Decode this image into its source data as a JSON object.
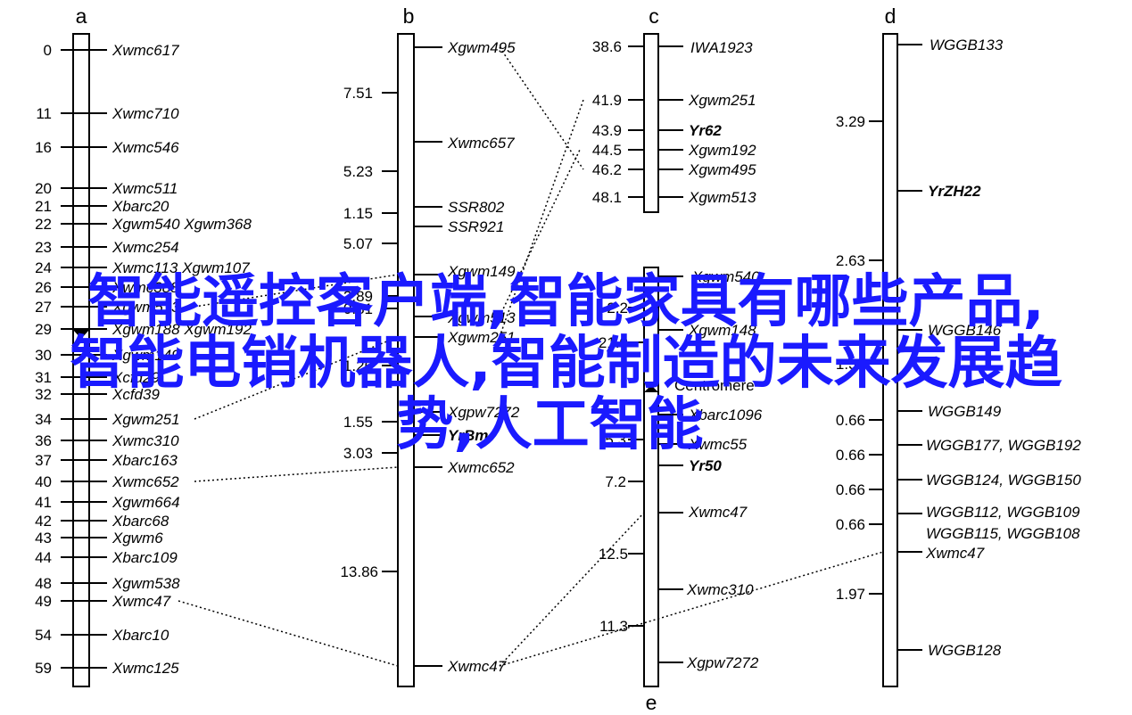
{
  "overlay": {
    "line1": "智能遥控客户端,智能家具有哪些产品,",
    "line2": "智能电销机器人,智能制造的未来发展趋",
    "line3": "势,人工智能",
    "color": "#1a1aff"
  },
  "map": {
    "a": {
      "title": "a",
      "ticks": [
        {
          "pos": "0",
          "marker": "Xwmc617"
        },
        {
          "pos": "11",
          "marker": "Xwmc710"
        },
        {
          "pos": "16",
          "marker": "Xwmc546"
        },
        {
          "pos": "20",
          "marker": "Xwmc511"
        },
        {
          "pos": "21",
          "marker": "Xbarc20"
        },
        {
          "pos": "22",
          "marker": "Xgwm540 Xgwm368"
        },
        {
          "pos": "23",
          "marker": "Xwmc254"
        },
        {
          "pos": "24",
          "marker": "Xwmc113 Xgwm107"
        },
        {
          "pos": "26",
          "marker": "Xwmc388"
        },
        {
          "pos": "27",
          "marker": "Xgwm513"
        },
        {
          "pos": "29",
          "marker": "Xgwm188 Xgwm192"
        },
        {
          "pos": "30",
          "marker": "Xgwm149"
        },
        {
          "pos": "31",
          "marker": "Xcfd29"
        },
        {
          "pos": "32",
          "marker": "Xcfd39"
        },
        {
          "pos": "34",
          "marker": "Xgwm251"
        },
        {
          "pos": "36",
          "marker": "Xwmc310"
        },
        {
          "pos": "37",
          "marker": "Xbarc163"
        },
        {
          "pos": "40",
          "marker": "Xwmc652"
        },
        {
          "pos": "41",
          "marker": "Xgwm664"
        },
        {
          "pos": "42",
          "marker": "Xbarc68"
        },
        {
          "pos": "43",
          "marker": "Xgwm6"
        },
        {
          "pos": "44",
          "marker": "Xbarc109"
        },
        {
          "pos": "48",
          "marker": "Xgwm538"
        },
        {
          "pos": "49",
          "marker": "Xwmc47"
        },
        {
          "pos": "54",
          "marker": "Xbarc10"
        },
        {
          "pos": "59",
          "marker": "Xwmc125"
        }
      ]
    },
    "b": {
      "title": "b",
      "distances": [
        "7.51",
        "5.23",
        "1.15",
        "5.07",
        "2.89",
        "0.81",
        "1.26",
        "1.55",
        "3.03",
        "13.86"
      ],
      "markers": [
        "Xgwm495",
        "Xwmc657",
        "SSR802",
        "SSR921",
        "Xgwm149",
        "Xgwm513",
        "Xgwm251",
        "Xgpw7272",
        "YrBm",
        "Xwmc652",
        "Xwmc47"
      ]
    },
    "c": {
      "title": "c",
      "ticks": [
        {
          "pos": "38.6",
          "marker": "IWA1923"
        },
        {
          "pos": "41.9",
          "marker": "Xgwm251"
        },
        {
          "pos": "43.9",
          "marker": "Yr62"
        },
        {
          "pos": "44.5",
          "marker": "Xgwm192"
        },
        {
          "pos": "46.2",
          "marker": "Xgwm495"
        },
        {
          "pos": "48.1",
          "marker": "Xgwm513"
        }
      ]
    },
    "e": {
      "title": "e",
      "distances": [
        "2.2",
        "21.0",
        "5.3",
        "7.2",
        "12.5",
        "11.3"
      ],
      "markers": [
        "Xgwm540",
        "Xgwm148",
        "Centromere",
        "Xbarc1096",
        "Xwmc55",
        "Yr50",
        "Xwmc47",
        "Xwmc310",
        "Xgpw7272"
      ]
    },
    "d": {
      "title": "d",
      "distances": [
        "3.29",
        "2.63",
        "1.32",
        "0.66",
        "0.66",
        "0.66",
        "0.66",
        "1.97"
      ],
      "markers": [
        "WGGB133",
        "YrZH22",
        "WGGB146",
        "WGGB149",
        "WGGB177, WGGB192",
        "WGGB124, WGGB150",
        "WGGB112, WGGB109",
        "WGGB115, WGGB108",
        "Xwmc47",
        "WGGB128"
      ]
    }
  }
}
